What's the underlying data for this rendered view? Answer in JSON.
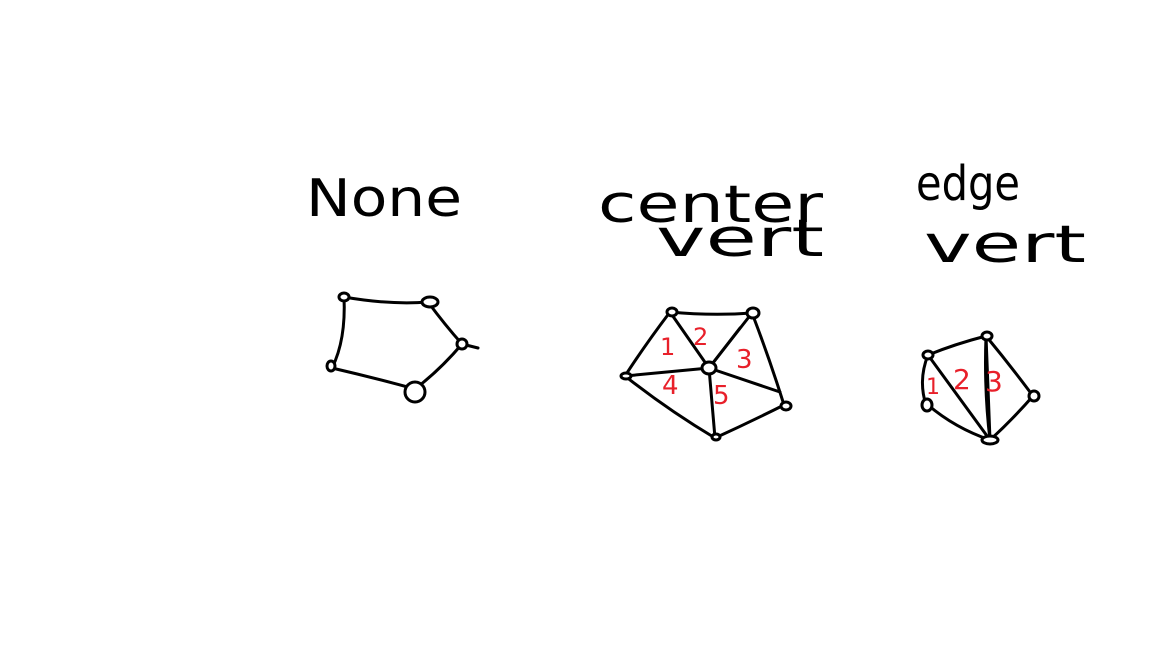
{
  "colors": {
    "ink": "#000000",
    "accent": "#e8202a",
    "background": "#ffffff"
  },
  "panels": [
    {
      "id": "none",
      "title_lines": [
        "None"
      ],
      "triangle_labels": []
    },
    {
      "id": "center-vert",
      "title_lines": [
        "center",
        "vert"
      ],
      "triangle_labels": [
        "1",
        "2",
        "3",
        "4",
        "5"
      ]
    },
    {
      "id": "edge-vert",
      "title_lines": [
        "edge",
        "vert"
      ],
      "triangle_labels": [
        "1",
        "2",
        "3"
      ]
    }
  ]
}
